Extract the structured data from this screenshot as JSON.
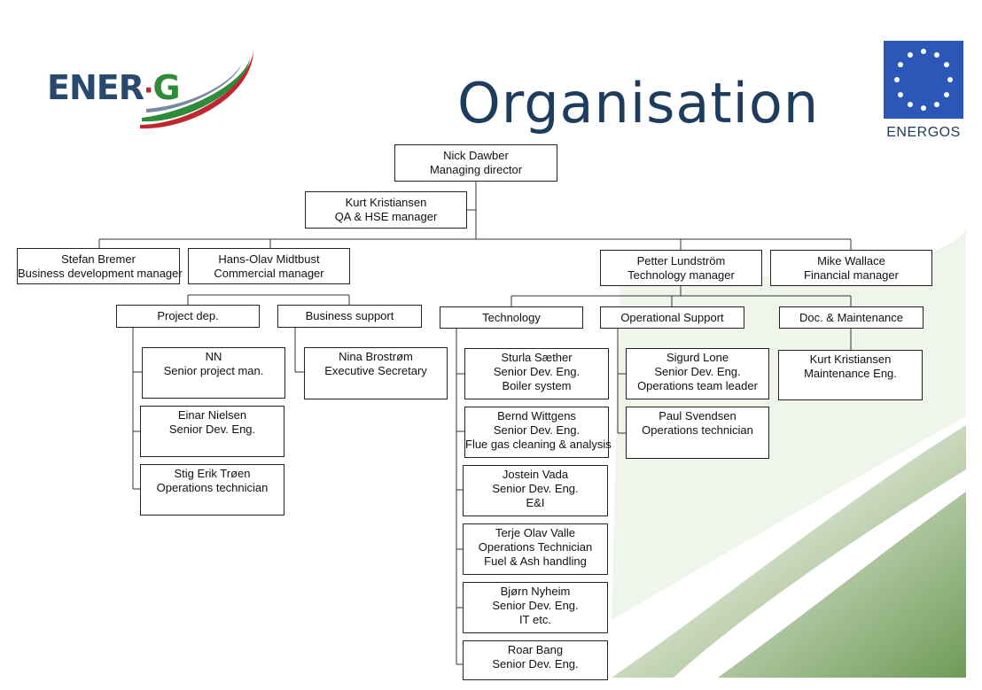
{
  "header": {
    "logo_left": "ENER",
    "logo_dot": "·",
    "logo_right": "G",
    "title": "Organisation",
    "eu_label": "ENERGOS"
  },
  "nodes": {
    "nick": [
      "Nick Dawber",
      "Managing director"
    ],
    "kurt_qa": [
      "Kurt Kristiansen",
      "QA & HSE manager"
    ],
    "stefan": [
      "Stefan Bremer",
      "Business development manager"
    ],
    "hans": [
      "Hans-Olav Midtbust",
      "Commercial manager"
    ],
    "petter": [
      "Petter Lundström",
      "Technology manager"
    ],
    "mike": [
      "Mike Wallace",
      "Financial manager"
    ],
    "project": [
      "Project dep."
    ],
    "business": [
      "Business support"
    ],
    "technology": [
      "Technology"
    ],
    "operational": [
      "Operational Support"
    ],
    "doc": [
      "Doc. & Maintenance"
    ],
    "nn": [
      "NN",
      "Senior project man."
    ],
    "einar": [
      "Einar Nielsen",
      "Senior Dev. Eng."
    ],
    "stig": [
      "Stig Erik Trøen",
      "Operations technician"
    ],
    "nina": [
      "Nina Brostrøm",
      "Executive Secretary"
    ],
    "sturla": [
      "Sturla Sæther",
      "Senior Dev. Eng.",
      "Boiler system"
    ],
    "bernd": [
      "Bernd Wittgens",
      "Senior Dev. Eng.",
      "Flue gas cleaning & analysis"
    ],
    "jostein": [
      "Jostein Vada",
      "Senior Dev. Eng.",
      "E&I"
    ],
    "terje": [
      "Terje Olav Valle",
      "Operations Technician",
      "Fuel & Ash handling"
    ],
    "bjorn": [
      "Bjørn Nyheim",
      "Senior Dev. Eng.",
      "IT etc."
    ],
    "roar": [
      "Roar Bang",
      "Senior Dev. Eng."
    ],
    "sigurd": [
      "Sigurd Lone",
      "Senior Dev. Eng.",
      "Operations team leader"
    ],
    "paul": [
      "Paul Svendsen",
      "Operations technician"
    ],
    "kurt_m": [
      "Kurt Kristiansen",
      "Maintenance Eng."
    ]
  }
}
